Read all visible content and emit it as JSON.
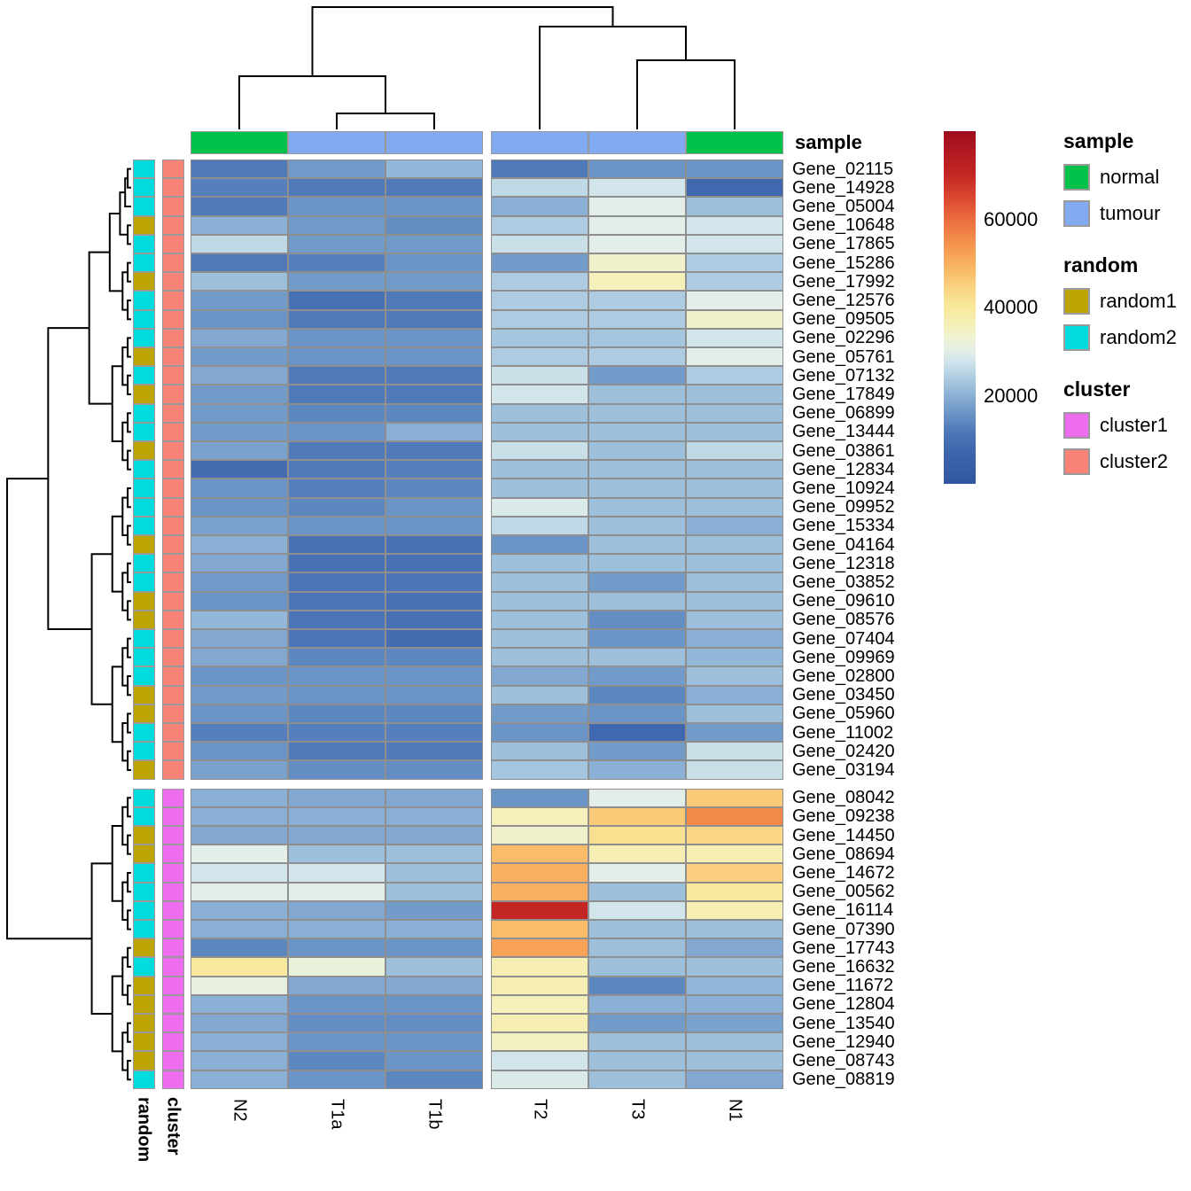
{
  "chart_data": {
    "type": "heatmap",
    "columns": [
      "N2",
      "T1a",
      "T1b",
      "T2",
      "T3",
      "N1"
    ],
    "column_groups": [
      3,
      3
    ],
    "column_annotation": {
      "name": "sample",
      "values": [
        "normal",
        "tumour",
        "tumour",
        "tumour",
        "tumour",
        "normal"
      ]
    },
    "row_split": [
      33,
      16
    ],
    "genes": [
      "Gene_02115",
      "Gene_14928",
      "Gene_05004",
      "Gene_10648",
      "Gene_17865",
      "Gene_15286",
      "Gene_17992",
      "Gene_12576",
      "Gene_09505",
      "Gene_02296",
      "Gene_05761",
      "Gene_07132",
      "Gene_17849",
      "Gene_06899",
      "Gene_13444",
      "Gene_03861",
      "Gene_12834",
      "Gene_10924",
      "Gene_09952",
      "Gene_15334",
      "Gene_04164",
      "Gene_12318",
      "Gene_03852",
      "Gene_09610",
      "Gene_08576",
      "Gene_07404",
      "Gene_09969",
      "Gene_02800",
      "Gene_03450",
      "Gene_05960",
      "Gene_11002",
      "Gene_02420",
      "Gene_03194",
      "Gene_08042",
      "Gene_09238",
      "Gene_14450",
      "Gene_08694",
      "Gene_14672",
      "Gene_00562",
      "Gene_16114",
      "Gene_07390",
      "Gene_17743",
      "Gene_16632",
      "Gene_11672",
      "Gene_12804",
      "Gene_13540",
      "Gene_12940",
      "Gene_08743",
      "Gene_08819"
    ],
    "random": [
      "random2",
      "random2",
      "random2",
      "random1",
      "random2",
      "random2",
      "random1",
      "random2",
      "random2",
      "random2",
      "random1",
      "random2",
      "random1",
      "random2",
      "random2",
      "random1",
      "random2",
      "random2",
      "random2",
      "random2",
      "random1",
      "random2",
      "random2",
      "random1",
      "random1",
      "random2",
      "random2",
      "random2",
      "random1",
      "random1",
      "random2",
      "random2",
      "random1",
      "random2",
      "random2",
      "random1",
      "random1",
      "random2",
      "random2",
      "random2",
      "random2",
      "random1",
      "random2",
      "random1",
      "random1",
      "random1",
      "random1",
      "random1",
      "random2"
    ],
    "cluster": [
      "cluster2",
      "cluster2",
      "cluster2",
      "cluster2",
      "cluster2",
      "cluster2",
      "cluster2",
      "cluster2",
      "cluster2",
      "cluster2",
      "cluster2",
      "cluster2",
      "cluster2",
      "cluster2",
      "cluster2",
      "cluster2",
      "cluster2",
      "cluster2",
      "cluster2",
      "cluster2",
      "cluster2",
      "cluster2",
      "cluster2",
      "cluster2",
      "cluster2",
      "cluster2",
      "cluster2",
      "cluster2",
      "cluster2",
      "cluster2",
      "cluster2",
      "cluster2",
      "cluster2",
      "cluster1",
      "cluster1",
      "cluster1",
      "cluster1",
      "cluster1",
      "cluster1",
      "cluster1",
      "cluster1",
      "cluster1",
      "cluster1",
      "cluster1",
      "cluster1",
      "cluster1",
      "cluster1",
      "cluster1",
      "cluster1"
    ],
    "values": [
      [
        12000,
        17000,
        21000,
        12000,
        16000,
        16000
      ],
      [
        13000,
        12000,
        12000,
        26000,
        28000,
        8000
      ],
      [
        12000,
        16000,
        16000,
        20000,
        30000,
        22000
      ],
      [
        20000,
        17000,
        15000,
        24000,
        30000,
        28000
      ],
      [
        26000,
        17000,
        17000,
        27000,
        30000,
        28000
      ],
      [
        12000,
        13000,
        16000,
        17000,
        34000,
        24000
      ],
      [
        22000,
        17000,
        17000,
        24000,
        36000,
        24000
      ],
      [
        17000,
        10000,
        12000,
        24000,
        24000,
        30000
      ],
      [
        16000,
        12000,
        12000,
        24000,
        24000,
        34000
      ],
      [
        19000,
        16000,
        16000,
        23000,
        23000,
        28000
      ],
      [
        17000,
        16000,
        16000,
        24000,
        24000,
        30000
      ],
      [
        19000,
        12000,
        12000,
        27000,
        17000,
        24000
      ],
      [
        17000,
        12000,
        12000,
        28000,
        22000,
        22000
      ],
      [
        17000,
        14000,
        14000,
        22000,
        22000,
        22000
      ],
      [
        17000,
        16000,
        20000,
        22000,
        22000,
        22000
      ],
      [
        18000,
        12000,
        12000,
        27000,
        22000,
        26000
      ],
      [
        9000,
        12000,
        13000,
        22000,
        22000,
        22000
      ],
      [
        16000,
        13000,
        14000,
        22000,
        22000,
        22000
      ],
      [
        16000,
        14000,
        16000,
        29000,
        22000,
        22000
      ],
      [
        18000,
        16000,
        16000,
        26000,
        22000,
        20000
      ],
      [
        20000,
        10000,
        10000,
        16000,
        22000,
        22000
      ],
      [
        19000,
        10000,
        10000,
        22000,
        22000,
        22000
      ],
      [
        17000,
        11000,
        11000,
        22000,
        17000,
        22000
      ],
      [
        16000,
        11000,
        10000,
        22000,
        22000,
        22000
      ],
      [
        21000,
        11000,
        10000,
        22000,
        15000,
        22000
      ],
      [
        19000,
        11000,
        9000,
        22000,
        16000,
        20000
      ],
      [
        19000,
        14000,
        14000,
        22000,
        22000,
        21000
      ],
      [
        16000,
        16000,
        16000,
        19000,
        17000,
        22000
      ],
      [
        17000,
        16000,
        16000,
        22000,
        14000,
        20000
      ],
      [
        16000,
        14000,
        14000,
        17000,
        16000,
        22000
      ],
      [
        13000,
        13000,
        13000,
        16000,
        8000,
        17000
      ],
      [
        16000,
        12000,
        12000,
        22000,
        17000,
        27000
      ],
      [
        18000,
        15000,
        15000,
        23000,
        20000,
        27000
      ],
      [
        20000,
        19000,
        19000,
        16000,
        30000,
        46000
      ],
      [
        20000,
        20000,
        20000,
        36000,
        46000,
        56000
      ],
      [
        19000,
        19000,
        19000,
        34000,
        42000,
        44000
      ],
      [
        30000,
        22000,
        22000,
        48000,
        37000,
        37000
      ],
      [
        28000,
        28000,
        22000,
        50000,
        30000,
        45000
      ],
      [
        30000,
        30000,
        22000,
        50000,
        22000,
        40000
      ],
      [
        20000,
        19000,
        17000,
        70000,
        28000,
        37000
      ],
      [
        20000,
        20000,
        20000,
        48000,
        22000,
        22000
      ],
      [
        14000,
        16000,
        16000,
        52000,
        22000,
        19000
      ],
      [
        40000,
        32000,
        22000,
        37000,
        22000,
        22000
      ],
      [
        31000,
        19000,
        19000,
        37000,
        14000,
        21000
      ],
      [
        20000,
        16000,
        16000,
        36000,
        20000,
        20000
      ],
      [
        19000,
        15000,
        15000,
        37000,
        17000,
        18000
      ],
      [
        20000,
        16000,
        16000,
        35000,
        22000,
        22000
      ],
      [
        20000,
        14000,
        16000,
        28000,
        22000,
        22000
      ],
      [
        20000,
        16000,
        14000,
        29000,
        22000,
        19000
      ]
    ],
    "value_domain": [
      0,
      80000
    ],
    "colorbar_ticks": [
      "60000",
      "40000",
      "20000"
    ],
    "colorbar_tick_values": [
      60000,
      40000,
      20000
    ],
    "colormap_stops": [
      [
        0,
        "#30569f"
      ],
      [
        8000,
        "#4068ae"
      ],
      [
        12000,
        "#4f79b8"
      ],
      [
        16000,
        "#6b95c6"
      ],
      [
        19000,
        "#82a8d1"
      ],
      [
        22000,
        "#9cbfdc"
      ],
      [
        25000,
        "#b6d3e4"
      ],
      [
        28000,
        "#d2e5ea"
      ],
      [
        30000,
        "#e2eee7"
      ],
      [
        33000,
        "#eef2d3"
      ],
      [
        36000,
        "#f5f0b9"
      ],
      [
        40000,
        "#f8e99c"
      ],
      [
        44000,
        "#fad685"
      ],
      [
        48000,
        "#f9bd69"
      ],
      [
        52000,
        "#f7a256"
      ],
      [
        56000,
        "#f28948"
      ],
      [
        60000,
        "#ea6c3e"
      ],
      [
        65000,
        "#d94732"
      ],
      [
        70000,
        "#c42723"
      ],
      [
        80000,
        "#9e0d1e"
      ]
    ]
  },
  "annotation_colors": {
    "normal": "#00c24b",
    "tumour": "#82aaf0",
    "random1": "#bda400",
    "random2": "#00dbdb",
    "cluster1": "#ee6cee",
    "cluster2": "#f98377"
  },
  "labels": {
    "sample_annotation": "sample",
    "random_axis": "random",
    "cluster_axis": "cluster"
  },
  "legends": {
    "sample": {
      "title": "sample",
      "items": [
        {
          "label": "normal",
          "color": "#00c24b"
        },
        {
          "label": "tumour",
          "color": "#82aaf0"
        }
      ]
    },
    "random": {
      "title": "random",
      "items": [
        {
          "label": "random1",
          "color": "#bda400"
        },
        {
          "label": "random2",
          "color": "#00dbdb"
        }
      ]
    },
    "cluster": {
      "title": "cluster",
      "items": [
        {
          "label": "cluster1",
          "color": "#ee6cee"
        },
        {
          "label": "cluster2",
          "color": "#f98377"
        }
      ]
    }
  }
}
